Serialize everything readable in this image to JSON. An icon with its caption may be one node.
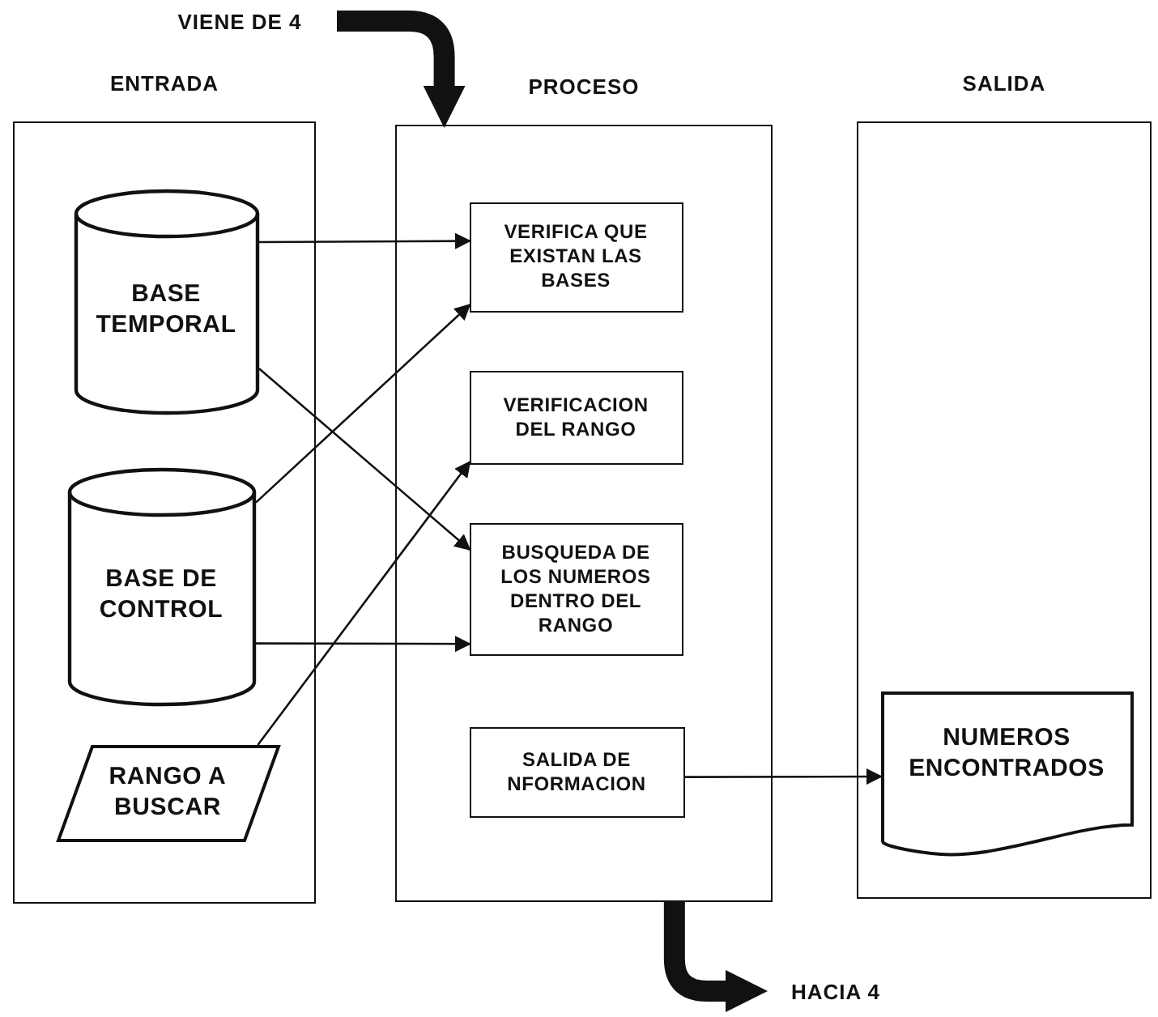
{
  "diagram": {
    "nodes": [
      {
        "text": [
          "VIENE DE 4"
        ]
      },
      {
        "text": [
          "ENTRADA"
        ]
      },
      {
        "text": [
          "BASE TEMPORAL"
        ],
        "in": 1
      },
      {
        "text": [
          "BASE DE CONTROL"
        ],
        "in": 1
      },
      {
        "text": [
          "RANGO A BUSCAR"
        ],
        "in": 1
      },
      {
        "text": [
          "PROCESO"
        ]
      },
      {
        "text": [
          "VERIFICA QUE EXISTAN LAS BASES"
        ],
        "in": 5
      },
      {
        "text": [
          "VERIFICACION DEL RANGO"
        ],
        "in": 5
      },
      {
        "text": [
          "BUSQUEDA DE LOS NUMEROS DENTRO DEL RANGO"
        ],
        "in": 5
      },
      {
        "text": [
          "SALIDA DE NFORMACION"
        ],
        "in": 5
      },
      {
        "text": [
          "SALIDA"
        ]
      },
      {
        "text": [
          "NUMEROS ENCONTRADOS"
        ],
        "in": 10
      },
      {
        "text": [
          "HACIA 4"
        ]
      }
    ],
    "edges": [
      {
        "from": 0,
        "to": 5,
        "arrow": "to",
        "style": "thick"
      },
      {
        "from": 2,
        "to": 6,
        "arrow": "to"
      },
      {
        "from": 2,
        "to": 8,
        "arrow": "to"
      },
      {
        "from": 3,
        "to": 6,
        "arrow": "to"
      },
      {
        "from": 3,
        "to": 8,
        "arrow": "to"
      },
      {
        "from": 4,
        "to": 7,
        "arrow": "to"
      },
      {
        "from": 9,
        "to": 11,
        "arrow": "to"
      },
      {
        "from": 5,
        "to": 12,
        "arrow": "to",
        "style": "thick"
      }
    ]
  }
}
